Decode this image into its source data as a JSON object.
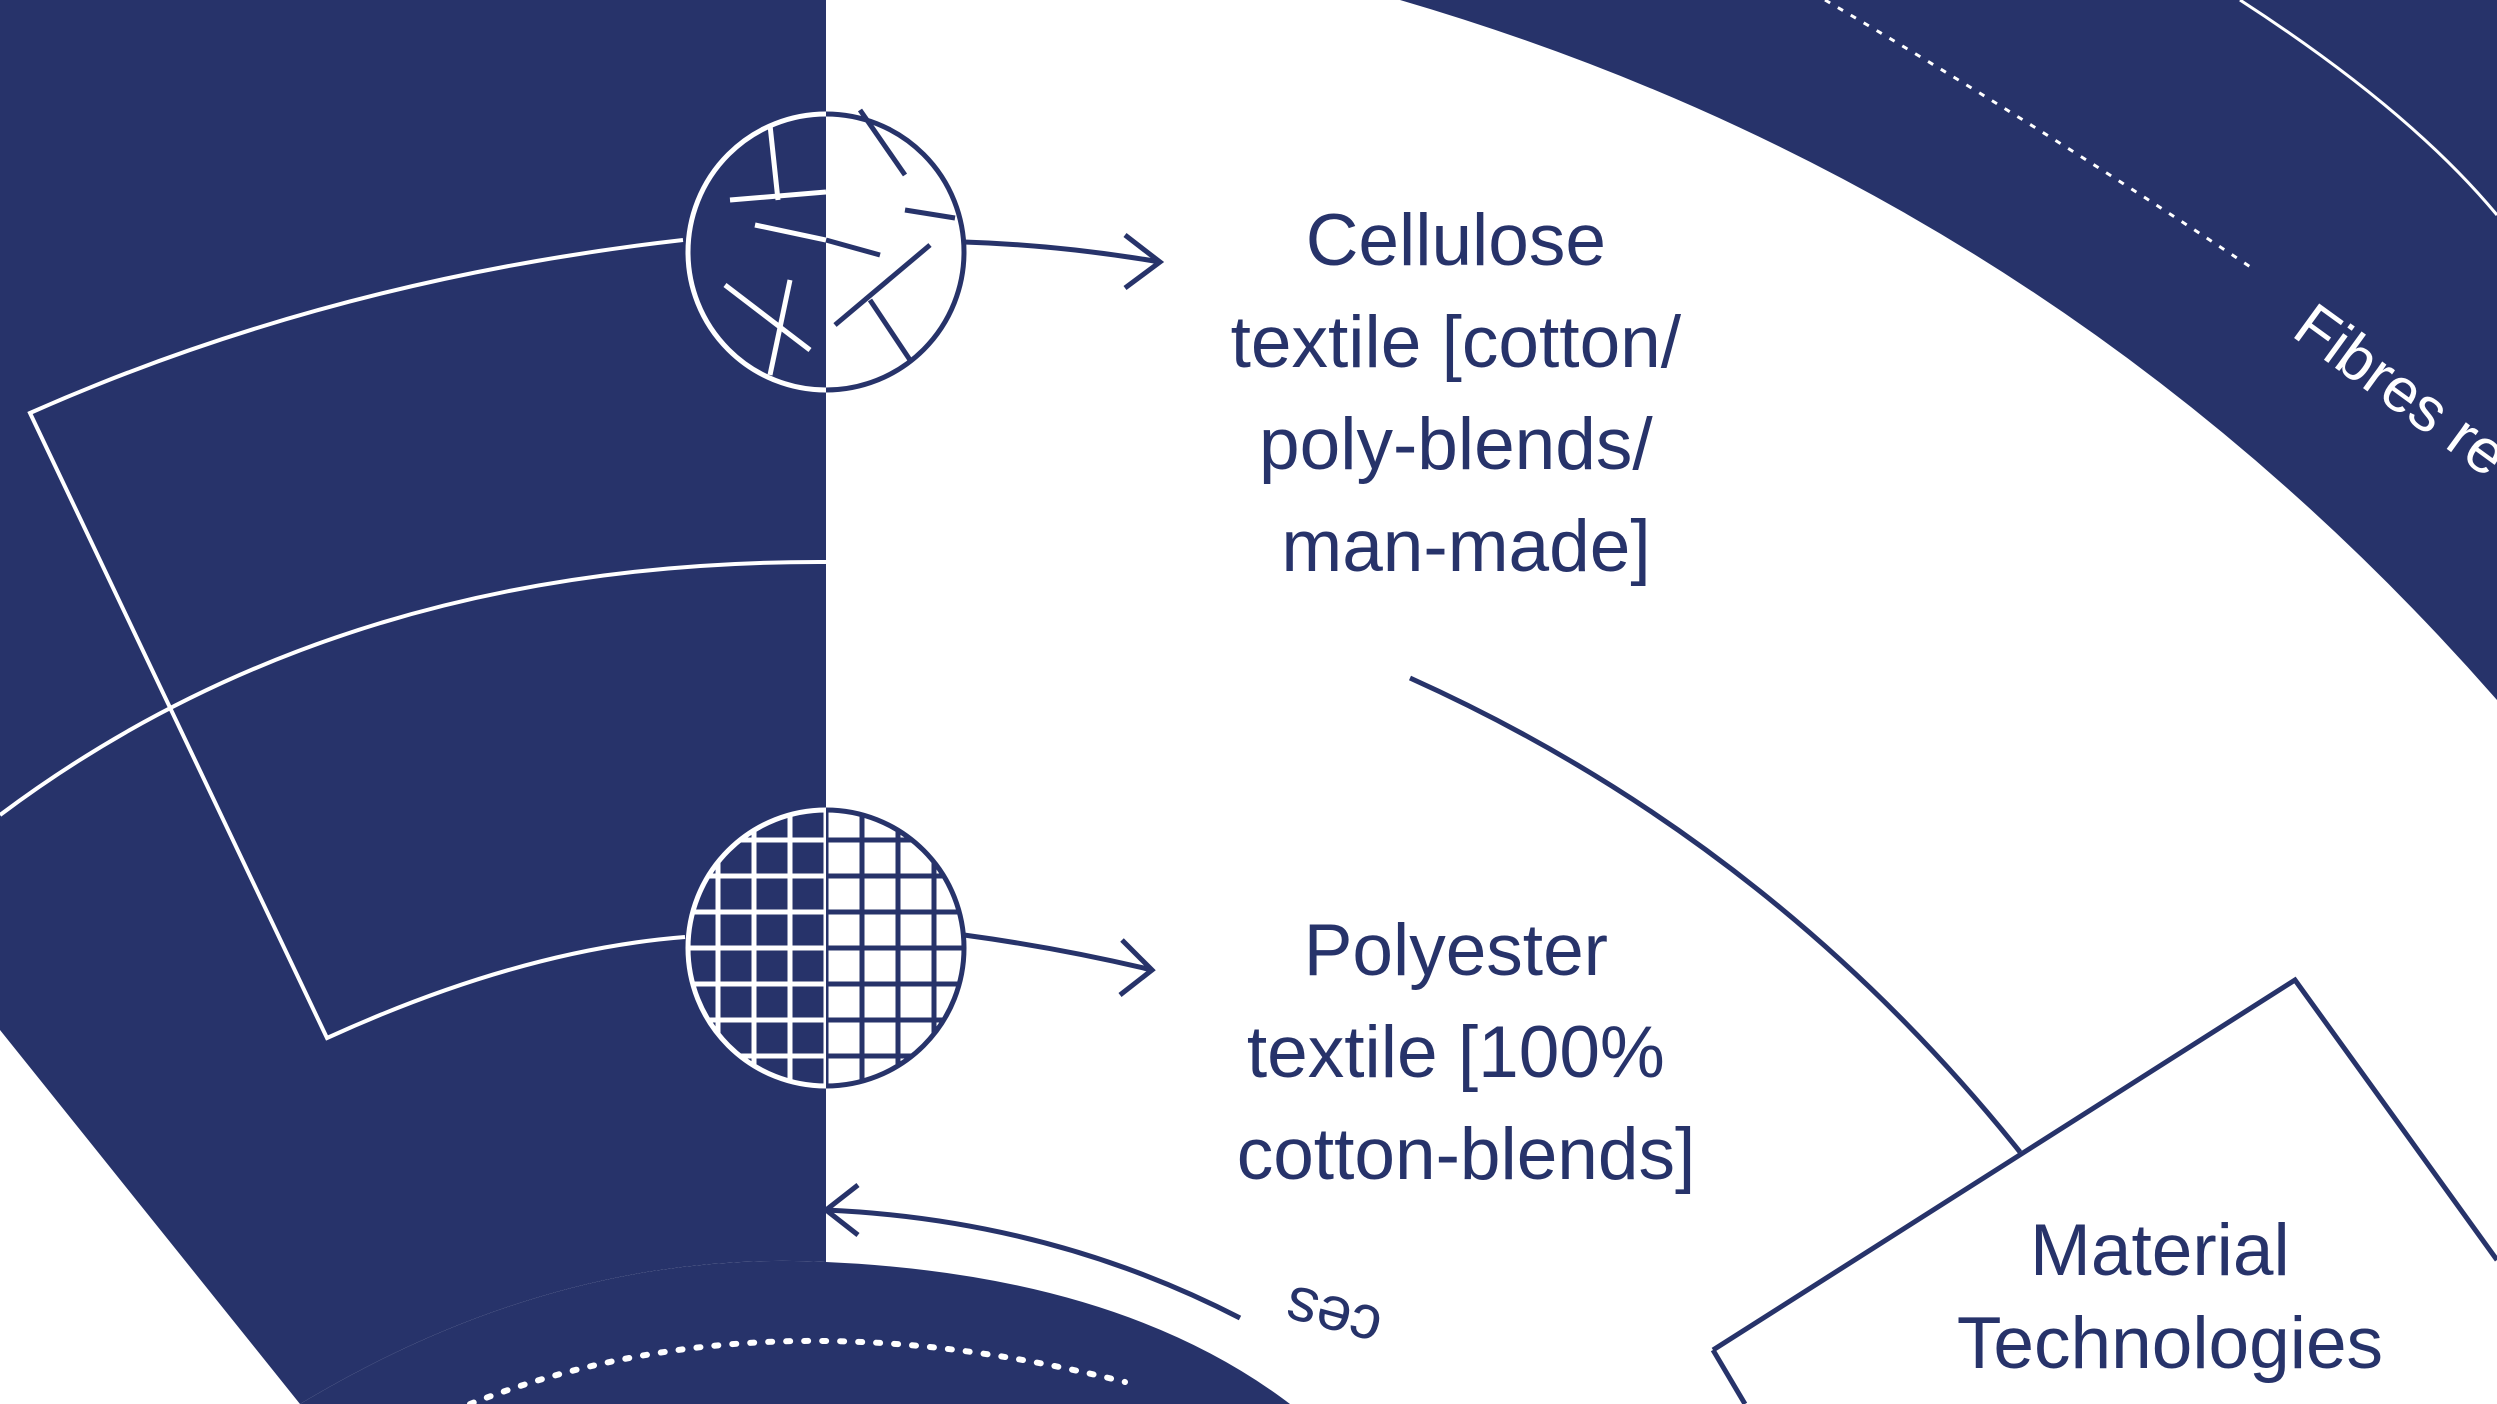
{
  "colors": {
    "navy": "#27336a",
    "white": "#ffffff"
  },
  "nodes": {
    "cellulose": {
      "icon": "fibre-cross-section-icon",
      "lines": [
        "Cellulose",
        "textile [cotton/",
        "poly-blends/",
        "man-made]"
      ]
    },
    "polyester": {
      "icon": "woven-grid-icon",
      "lines": [
        "Polyester",
        "textile [100%",
        "cotton-blends]"
      ]
    },
    "material_technologies": {
      "lines": [
        "Material",
        "Technologies"
      ]
    }
  },
  "ring_labels": {
    "outer": "Fibres re",
    "inner": "ces"
  }
}
